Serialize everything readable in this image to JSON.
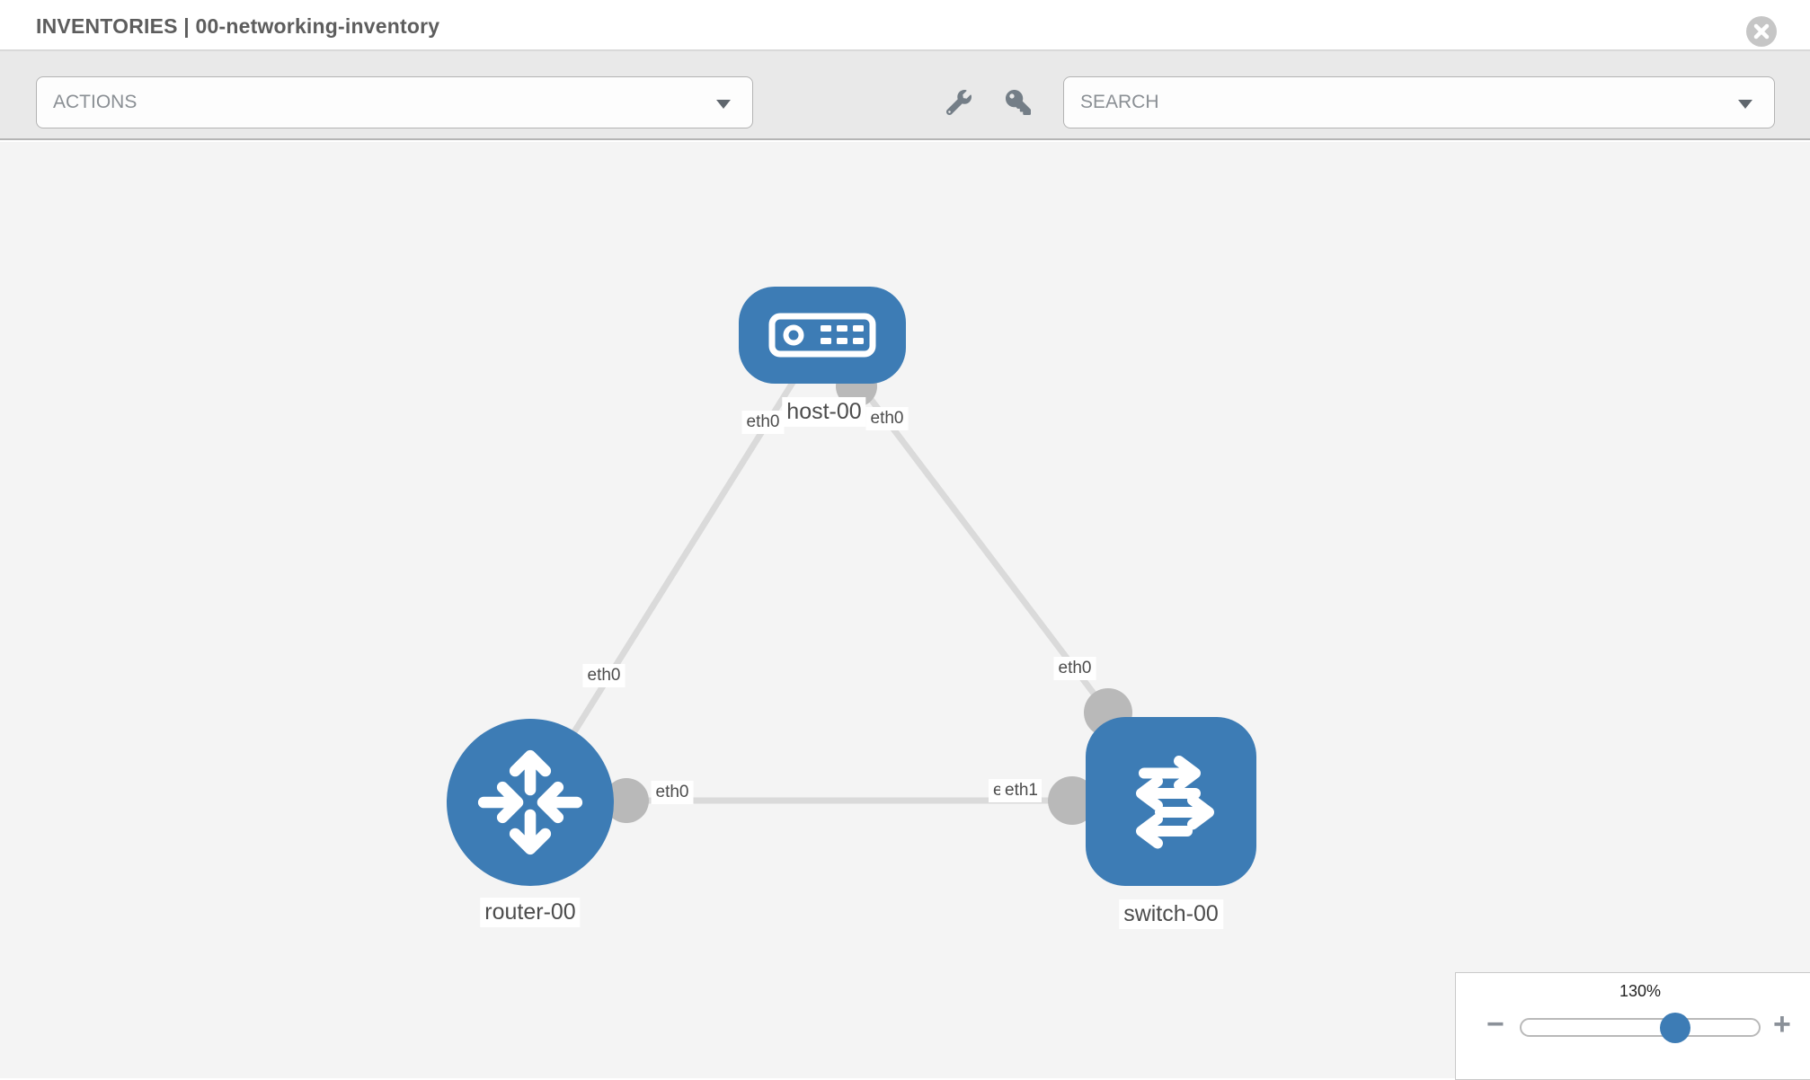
{
  "header": {
    "title": "INVENTORIES | 00-networking-inventory",
    "close_icon": "circle-x"
  },
  "toolbar": {
    "actions_label": "ACTIONS",
    "search_label": "SEARCH",
    "icons": [
      "wrench-icon",
      "key-icon"
    ]
  },
  "topology": {
    "nodes": [
      {
        "id": "host-00",
        "label": "host-00",
        "type": "host",
        "icon": "server-icon"
      },
      {
        "id": "router-00",
        "label": "router-00",
        "type": "router",
        "icon": "router-arrows-icon"
      },
      {
        "id": "switch-00",
        "label": "switch-00",
        "type": "switch",
        "icon": "switch-arrows-icon"
      }
    ],
    "links": [
      {
        "from": "host-00",
        "from_interface": "eth0",
        "to": "router-00",
        "to_interface": "eth0"
      },
      {
        "from": "host-00",
        "from_interface": "eth0",
        "to": "switch-00",
        "to_interface": "eth0"
      },
      {
        "from": "router-00",
        "from_interface": "eth0",
        "to": "switch-00",
        "to_interface": "eth1"
      }
    ],
    "iface_labels": [
      {
        "text": "eth0",
        "at": "host-left"
      },
      {
        "text": "eth0",
        "at": "host-right"
      },
      {
        "text": "eth0",
        "at": "router-top"
      },
      {
        "text": "eth0",
        "at": "switch-top"
      },
      {
        "text": "eth0",
        "at": "router-right"
      },
      {
        "text": "eth0",
        "at": "switch-left-under"
      },
      {
        "text": "eth1",
        "at": "switch-left-over"
      }
    ]
  },
  "zoom_panel": {
    "value": "130%",
    "minus_glyph": "−",
    "plus_glyph": "+"
  },
  "colors": {
    "node_blue": "#3d7cb5",
    "canvas_bg": "#f4f4f4",
    "toolbar_bg": "#e9e9e9",
    "link_gray": "#dadada",
    "dot_gray": "#b9b9b9",
    "label_text": "#4c4c4c",
    "title_text": "#5d5d5d"
  }
}
